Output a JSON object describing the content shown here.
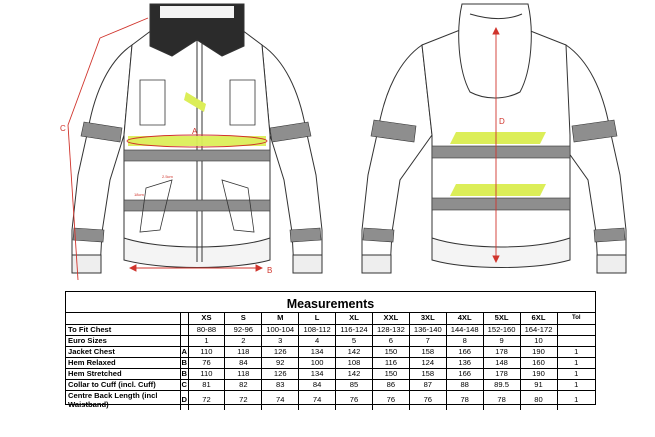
{
  "illustration": {
    "front_labels": {
      "a": "A",
      "b": "B",
      "c": "C",
      "dim_a": "2.5cm",
      "dim_b": "18cm"
    },
    "back_labels": {
      "d": "D"
    },
    "colors": {
      "reflective": "#8e8e8e",
      "fluo": "#dcee58",
      "dimension": "#d0342c",
      "outline": "#333333",
      "collar": "#2b2b2b"
    }
  },
  "table": {
    "title": "Measurements",
    "tol_header": "Tol",
    "sizes": [
      "XS",
      "S",
      "M",
      "L",
      "XL",
      "XXL",
      "3XL",
      "4XL",
      "5XL",
      "6XL"
    ],
    "rows": [
      {
        "label": "To Fit Chest",
        "code": "",
        "values": [
          "80-88",
          "92-96",
          "100-104",
          "108-112",
          "116-124",
          "128-132",
          "136-140",
          "144-148",
          "152-160",
          "164-172"
        ],
        "tol": ""
      },
      {
        "label": "Euro Sizes",
        "code": "",
        "values": [
          "1",
          "2",
          "3",
          "4",
          "5",
          "6",
          "7",
          "8",
          "9",
          "10"
        ],
        "tol": ""
      },
      {
        "label": "Jacket Chest",
        "code": "A",
        "values": [
          "110",
          "118",
          "126",
          "134",
          "142",
          "150",
          "158",
          "166",
          "178",
          "190"
        ],
        "tol": "1"
      },
      {
        "label": "Hem Relaxed",
        "code": "B",
        "values": [
          "76",
          "84",
          "92",
          "100",
          "108",
          "116",
          "124",
          "136",
          "148",
          "160"
        ],
        "tol": "1"
      },
      {
        "label": "Hem Stretched",
        "code": "B",
        "values": [
          "110",
          "118",
          "126",
          "134",
          "142",
          "150",
          "158",
          "166",
          "178",
          "190"
        ],
        "tol": "1"
      },
      {
        "label": "Collar to Cuff (incl. Cuff)",
        "code": "C",
        "values": [
          "81",
          "82",
          "83",
          "84",
          "85",
          "86",
          "87",
          "88",
          "89.5",
          "91"
        ],
        "tol": "1"
      },
      {
        "label": "Centre Back Length (incl Waistband)",
        "code": "D",
        "values": [
          "72",
          "72",
          "74",
          "74",
          "76",
          "76",
          "76",
          "78",
          "78",
          "80"
        ],
        "tol": "1"
      }
    ]
  }
}
